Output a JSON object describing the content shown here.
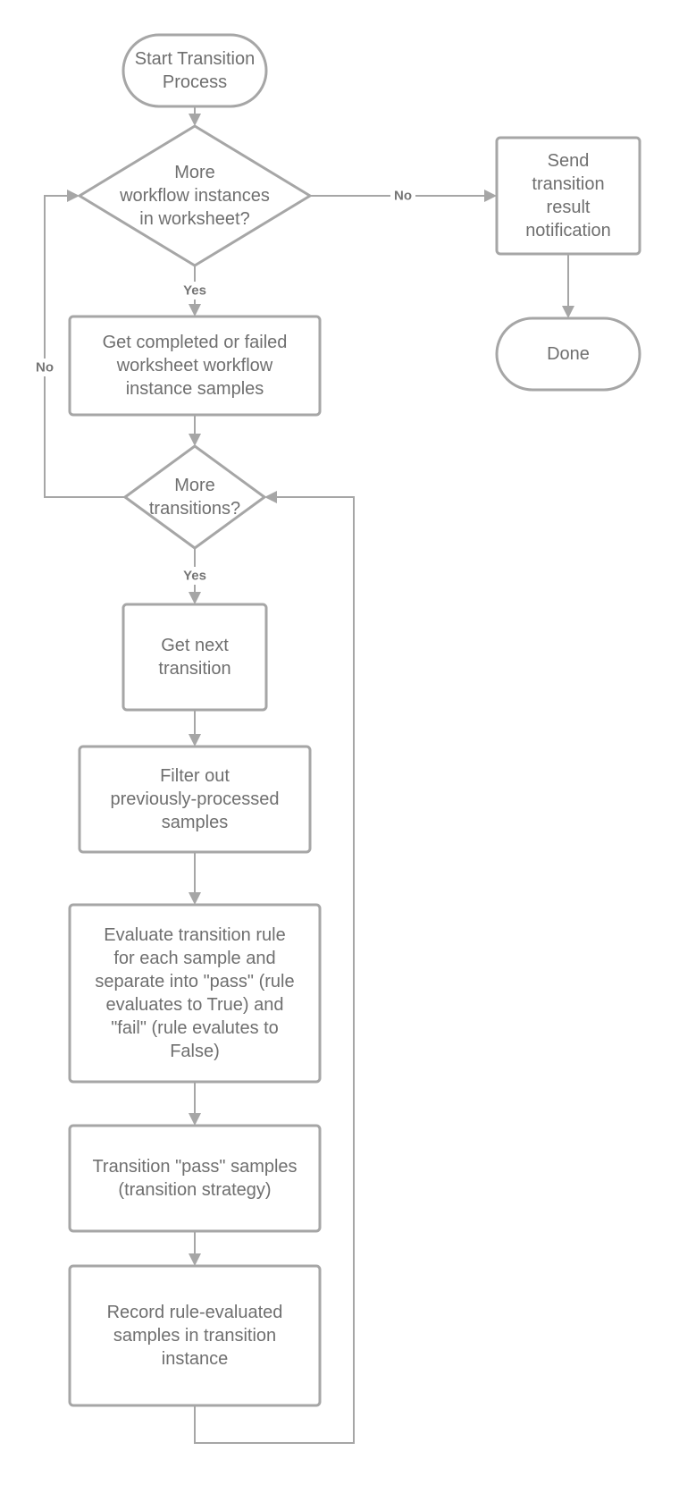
{
  "nodes": {
    "start": {
      "shape": "terminal",
      "lines": [
        "Start Transition",
        "Process"
      ]
    },
    "more_wf": {
      "shape": "decision",
      "lines": [
        "More",
        "workflow instances",
        "in worksheet?"
      ]
    },
    "send_notif": {
      "shape": "process",
      "lines": [
        "Send",
        "transition",
        "result",
        "notification"
      ]
    },
    "done": {
      "shape": "terminal",
      "lines": [
        "Done"
      ]
    },
    "get_samples": {
      "shape": "process",
      "lines": [
        "Get completed or failed",
        "worksheet workflow",
        "instance samples"
      ]
    },
    "more_trans": {
      "shape": "decision",
      "lines": [
        "More",
        "transitions?"
      ]
    },
    "get_next": {
      "shape": "process",
      "lines": [
        "Get next",
        "transition"
      ]
    },
    "filter": {
      "shape": "process",
      "lines": [
        "Filter out",
        "previously-processed",
        "samples"
      ]
    },
    "evaluate": {
      "shape": "process",
      "lines": [
        "Evaluate transition rule",
        "for each sample and",
        "separate into \"pass\" (rule",
        "evaluates to True) and",
        "\"fail\" (rule evalutes to",
        "False)"
      ]
    },
    "transition_pass": {
      "shape": "process",
      "lines": [
        "Transition \"pass\" samples",
        "(transition strategy)"
      ]
    },
    "record": {
      "shape": "process",
      "lines": [
        "Record rule-evaluated",
        "samples in transition",
        "instance"
      ]
    }
  },
  "edges": [
    {
      "from": "start",
      "to": "more_wf",
      "label": ""
    },
    {
      "from": "more_wf",
      "to": "send_notif",
      "label": "No"
    },
    {
      "from": "send_notif",
      "to": "done",
      "label": ""
    },
    {
      "from": "more_wf",
      "to": "get_samples",
      "label": "Yes"
    },
    {
      "from": "get_samples",
      "to": "more_trans",
      "label": ""
    },
    {
      "from": "more_trans",
      "to": "more_wf",
      "label": "No"
    },
    {
      "from": "more_trans",
      "to": "get_next",
      "label": "Yes"
    },
    {
      "from": "get_next",
      "to": "filter",
      "label": ""
    },
    {
      "from": "filter",
      "to": "evaluate",
      "label": ""
    },
    {
      "from": "evaluate",
      "to": "transition_pass",
      "label": ""
    },
    {
      "from": "transition_pass",
      "to": "record",
      "label": ""
    },
    {
      "from": "record",
      "to": "more_trans",
      "label": ""
    }
  ]
}
